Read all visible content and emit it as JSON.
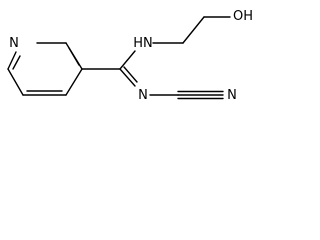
{
  "structure": {
    "atoms": {
      "ring_nitrogen": "N",
      "amine_group": "HN",
      "hydroxyl_group": "OH",
      "imine_nitrogen": "N",
      "nitrile_nitrogen": "N"
    }
  },
  "colors": {
    "stroke": "#000000",
    "background": "#ffffff"
  }
}
